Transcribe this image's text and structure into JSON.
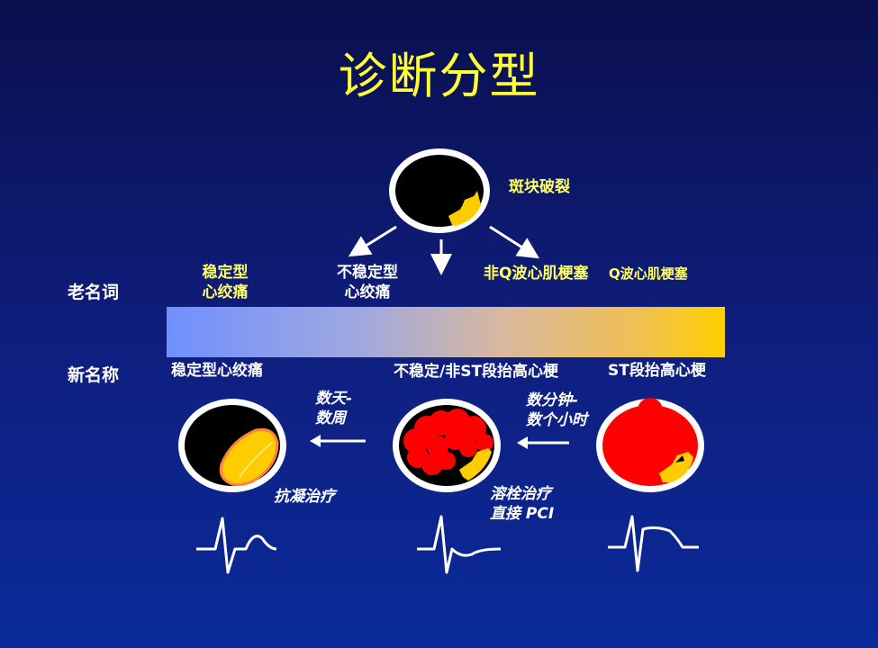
{
  "title": "诊断分型",
  "top_label": "斑块破裂",
  "row_labels": {
    "old": "老名词",
    "new": "新名称"
  },
  "old_terms": {
    "stable_line1": "稳定型",
    "stable_line2": "心绞痛",
    "unstable_line1": "不稳定型",
    "unstable_line2": "心绞痛",
    "non_q_mi": "非Q波心肌梗塞",
    "q_mi": "Q波心肌梗塞"
  },
  "new_terms": {
    "stable": "稳定型心绞痛",
    "nste": "不稳定/非ST段抬高心梗",
    "ste": "ST段抬高心梗"
  },
  "time_notes": {
    "days_line1": "数天-",
    "days_line2": "数周",
    "minutes_line1": "数分钟-",
    "minutes_line2": "数个小时"
  },
  "treatments": {
    "anticoag": "抗凝治疗",
    "thrombolysis": "溶栓治疗",
    "pci": "直接 PCI"
  },
  "colors": {
    "title": "#ffff33",
    "thrombus": "#ff0000",
    "plaque": "#ffcc00",
    "background": "#0f1f80"
  },
  "icons": [
    "arrow-down-left-icon",
    "arrow-down-icon",
    "arrow-down-right-icon",
    "arrow-left-icon",
    "ecg-icon"
  ]
}
